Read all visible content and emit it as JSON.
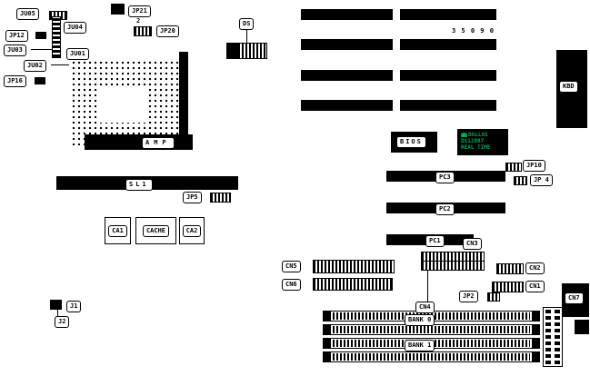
{
  "diagram": {
    "labels": {
      "ju05": "JU05",
      "jp21": "JP21",
      "jp12": "JP12",
      "ju04": "JU04",
      "jp20": "JP20",
      "jp20_count": "2",
      "ju03": "JU03",
      "ju02": "JU02",
      "ju01": "JU01",
      "jp16": "JP16",
      "ds": "DS",
      "amp": "AMP",
      "sl1": "SL1",
      "jp5": "JP5",
      "ca1": "CA1",
      "cache": "CACHE",
      "ca2": "CA2",
      "j1": "J1",
      "j2": "J2",
      "bios": "BIOS",
      "jp10": "JP10",
      "jp4": "JP 4",
      "pc3": "PC3",
      "pc2": "PC2",
      "pc1": "PC1",
      "cn3": "CN3",
      "cn5": "CN5",
      "cn6": "CN6",
      "cn2": "CN2",
      "cn1": "CN1",
      "jp2": "JP2",
      "cn4": "CN4",
      "cn7": "CN7",
      "kbd": "KBD",
      "bank0": "BANK 0",
      "bank1": "BANK 1"
    },
    "chip_text": {
      "dallas_line1": "DALLAS",
      "dallas_line2": "DS12887",
      "dallas_line3": "REAL TIME"
    },
    "board_text": {
      "part_number": "3 5 0 9 0"
    },
    "colors": {
      "dallas_text": "#00a550",
      "component": "#000000",
      "background": "#ffffff"
    }
  }
}
